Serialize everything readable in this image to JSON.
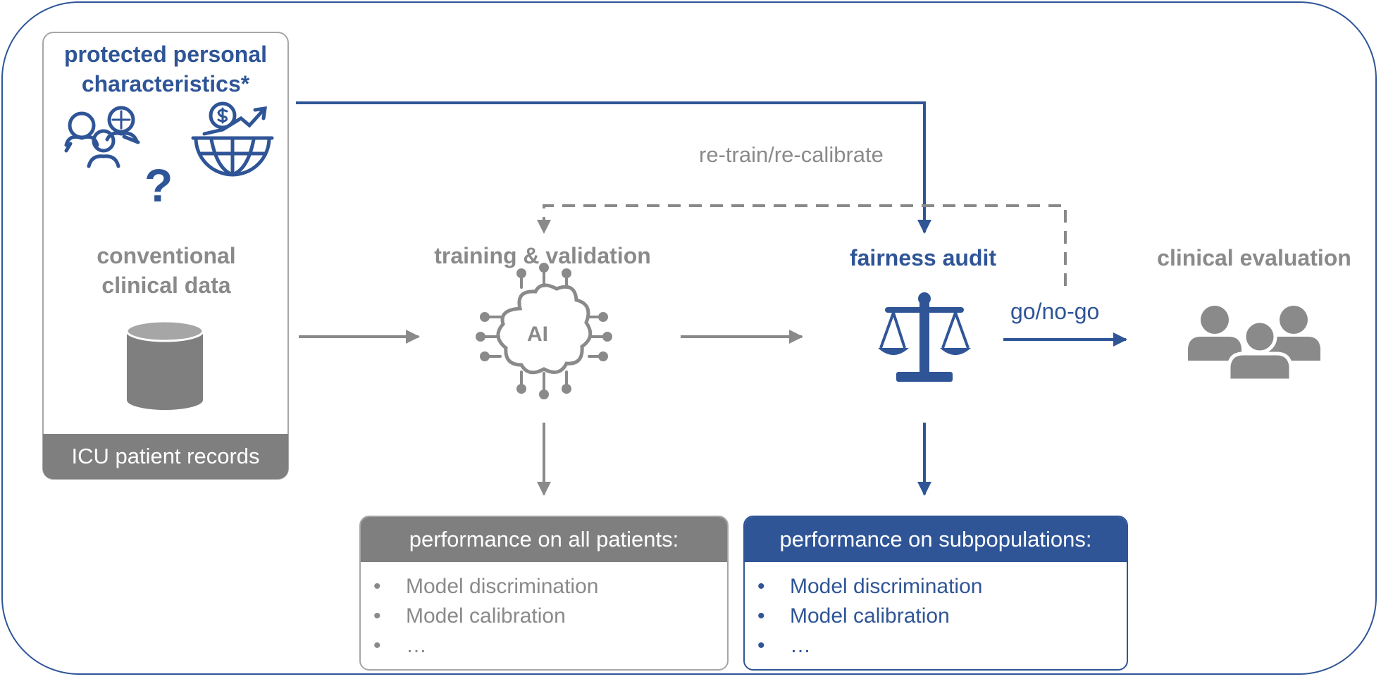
{
  "inputs": {
    "protected_title": "protected personal characteristics*",
    "conventional_title": "conventional clinical data",
    "question_mark": "?",
    "records_label": "ICU patient records"
  },
  "stages": {
    "training": "training & validation",
    "ai_label": "AI",
    "fairness": "fairness audit",
    "clinical": "clinical evaluation"
  },
  "arrow_labels": {
    "retrain": "re-train/re-calibrate",
    "gonogo": "go/no-go"
  },
  "panels": {
    "all_patients": {
      "header": "performance on all patients:",
      "items": [
        "Model discrimination",
        "Model calibration",
        "…"
      ]
    },
    "subpopulations": {
      "header": "performance on subpopulations:",
      "items": [
        "Model discrimination",
        "Model calibration",
        "…"
      ]
    }
  },
  "bullet_char": "•",
  "colors": {
    "accent_blue": "#2f5597",
    "grey": "#8a8a8a",
    "dark_grey": "#7f7f7f"
  },
  "icons": [
    "people-diversity-icon",
    "globe-finance-icon",
    "question-icon",
    "database-icon",
    "ai-brain-icon",
    "balance-scale-icon",
    "group-icon"
  ]
}
